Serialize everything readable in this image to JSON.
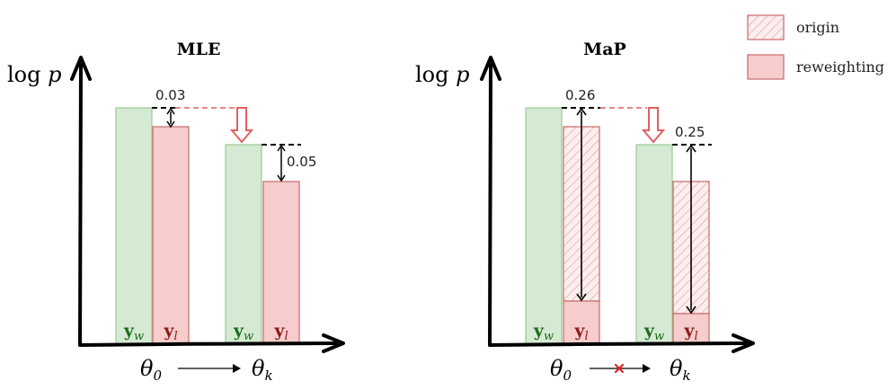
{
  "legend": {
    "origin_label": "origin",
    "reweighting_label": "reweighting"
  },
  "colors": {
    "green_fill": "#d5ead2",
    "green_stroke": "#9cc995",
    "red_fill": "#f6cccc",
    "red_stroke": "#c96a6a",
    "hatch": "#e5a5a5",
    "arrow_red": "#e06060",
    "cross": "#e22222",
    "label_green": "#1b6b1b",
    "label_red": "#8a1a1a"
  },
  "left_panel": {
    "title": "MLE",
    "ylabel_main": "log",
    "ylabel_var": "p",
    "gap_0": "0.03",
    "gap_k": "0.05",
    "theta_0_base": "θ",
    "theta_0_sub": "0",
    "theta_k_base": "θ",
    "theta_k_sub": "k",
    "bars": [
      {
        "label": "y",
        "sub": "w"
      },
      {
        "label": "y",
        "sub": "l"
      },
      {
        "label": "y",
        "sub": "w"
      },
      {
        "label": "y",
        "sub": "l"
      }
    ]
  },
  "right_panel": {
    "title": "MaP",
    "ylabel_main": "log",
    "ylabel_var": "p",
    "gap_0": "0.26",
    "gap_k": "0.25",
    "theta_0_base": "θ",
    "theta_0_sub": "0",
    "theta_k_base": "θ",
    "theta_k_sub": "k",
    "bars": [
      {
        "label": "y",
        "sub": "w"
      },
      {
        "label": "y",
        "sub": "l"
      },
      {
        "label": "y",
        "sub": "w"
      },
      {
        "label": "y",
        "sub": "l"
      }
    ]
  }
}
